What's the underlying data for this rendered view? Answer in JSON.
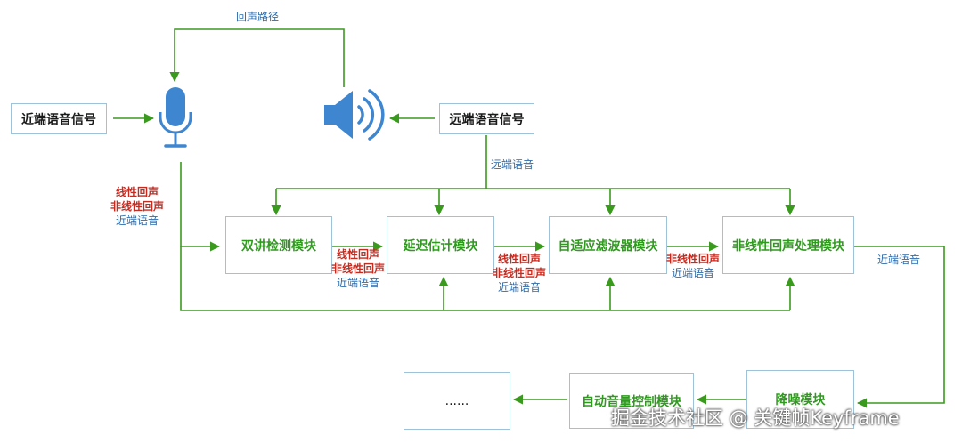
{
  "diagram": {
    "top_label": "回声路径",
    "near_end_signal": "近端语音信号",
    "far_end_signal": "远端语音信号",
    "far_end_speech": "远端语音",
    "modules": {
      "double_talk": "双讲检测模块",
      "delay_estimation": "延迟估计模块",
      "adaptive_filter": "自适应滤波器模块",
      "nonlinear_echo": "非线性回声处理模块",
      "noise_reduction": "降噪模块",
      "agc": "自动音量控制模块",
      "more": "......"
    },
    "labels": {
      "linear_echo": "线性回声",
      "nonlinear_echo": "非线性回声",
      "near_end_speech": "近端语音"
    },
    "colors": {
      "arrow": "#3a9a1e",
      "red_text": "#c62b20",
      "blue_text": "#2c6aa8",
      "module_text": "#2f9a1e",
      "box_border": "#9ec3d8",
      "icon": "#3e86cf"
    },
    "icons": [
      "microphone-icon",
      "speaker-icon"
    ]
  },
  "watermark": "掘金技术社区 @ 关键帧Keyframe"
}
